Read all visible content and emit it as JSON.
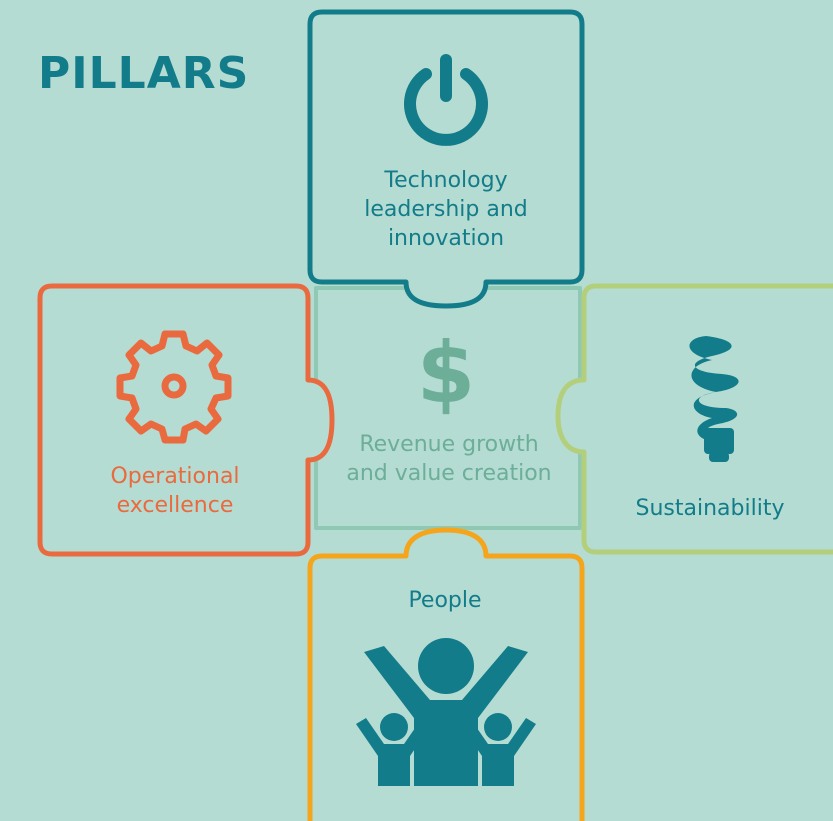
{
  "title": "PILLARS",
  "colors": {
    "background": "#b5dcd2",
    "technology": "#137c8a",
    "center": "#6cae98",
    "operational": "#ea6a3f",
    "sustainability": "#b3cf7c",
    "people": "#f4a51c"
  },
  "pillars": {
    "technology": {
      "lines": [
        "Technology",
        "leadership and",
        "innovation"
      ],
      "icon": "power-icon"
    },
    "center": {
      "lines": [
        "Revenue growth",
        "and value creation"
      ],
      "icon": "dollar-icon"
    },
    "operational": {
      "lines": [
        "Operational",
        "excellence"
      ],
      "icon": "gear-icon"
    },
    "sustainability": {
      "lines": [
        "Sustainability"
      ],
      "icon": "lightbulb-icon"
    },
    "people": {
      "lines": [
        "People"
      ],
      "icon": "people-icon"
    }
  }
}
